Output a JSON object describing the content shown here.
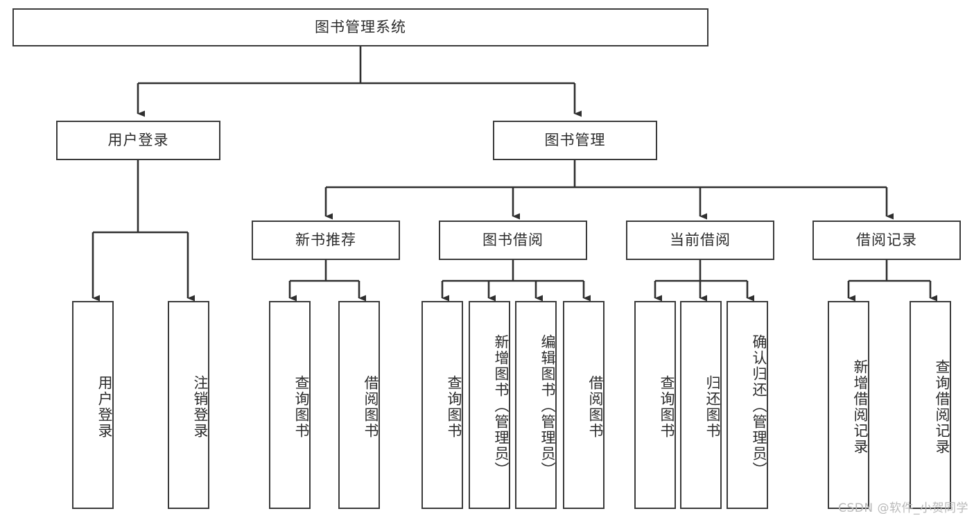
{
  "diagram": {
    "type": "tree-hierarchy-chart",
    "title": "图书管理系统",
    "watermark": "CSDN @软件_小贺同学",
    "colors": {
      "box_border": "#3a3a3a",
      "box_fill": "#ffffff",
      "connector": "#2f2f2f",
      "text": "#2b2b2b",
      "watermark": "#b9b9b9",
      "background": "#ffffff"
    },
    "levels": {
      "root": {
        "label": "图书管理系统"
      },
      "level1": [
        {
          "label": "用户登录"
        },
        {
          "label": "图书管理"
        }
      ],
      "level2": [
        {
          "label": "新书推荐",
          "parent": "图书管理"
        },
        {
          "label": "图书借阅",
          "parent": "图书管理"
        },
        {
          "label": "当前借阅",
          "parent": "图书管理"
        },
        {
          "label": "借阅记录",
          "parent": "图书管理"
        }
      ],
      "leaves": [
        {
          "label": "用户登录",
          "parent": "用户登录"
        },
        {
          "label": "注销登录",
          "parent": "用户登录"
        },
        {
          "label": "查询图书",
          "parent": "新书推荐"
        },
        {
          "label": "借阅图书",
          "parent": "新书推荐"
        },
        {
          "label": "查询图书",
          "parent": "图书借阅"
        },
        {
          "label": "新增图书（管理员）",
          "parent": "图书借阅"
        },
        {
          "label": "编辑图书（管理员）",
          "parent": "图书借阅"
        },
        {
          "label": "借阅图书",
          "parent": "图书借阅"
        },
        {
          "label": "查询图书",
          "parent": "当前借阅"
        },
        {
          "label": "归还图书",
          "parent": "当前借阅"
        },
        {
          "label": "确认归还（管理员）",
          "parent": "当前借阅"
        },
        {
          "label": "新增借阅记录",
          "parent": "借阅记录"
        },
        {
          "label": "查询借阅记录",
          "parent": "借阅记录"
        }
      ]
    }
  }
}
